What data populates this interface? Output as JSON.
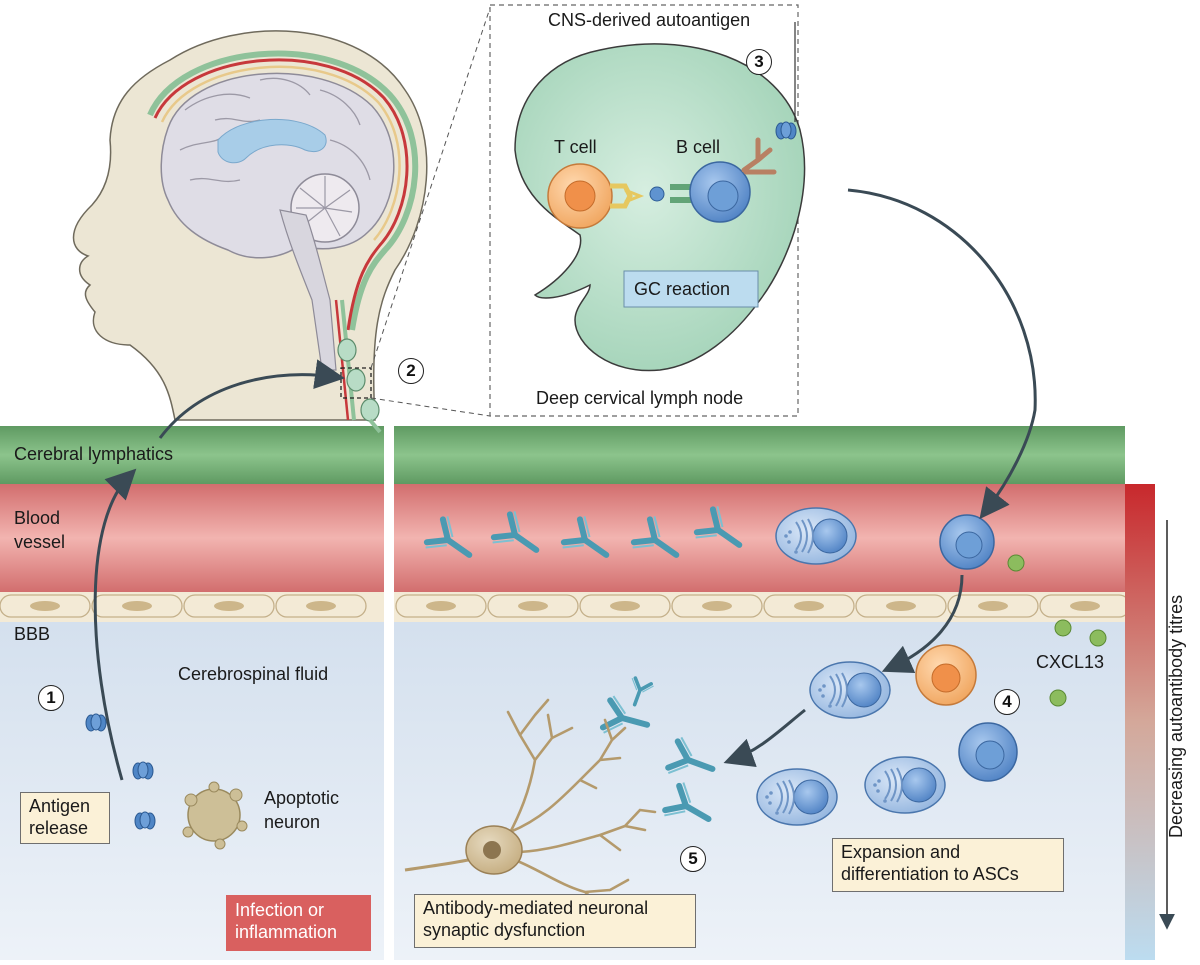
{
  "labels": {
    "cns_autoantigen": "CNS-derived autoantigen",
    "t_cell": "T cell",
    "b_cell": "B cell",
    "gc_reaction": "GC reaction",
    "lymph_node": "Deep cervical lymph node",
    "cerebral_lymphatics": "Cerebral lymphatics",
    "blood_vessel_line1": "Blood",
    "blood_vessel_line2": "vessel",
    "bbb": "BBB",
    "csf": "Cerebrospinal fluid",
    "cxcl13": "CXCL13",
    "apoptotic_line1": "Apoptotic",
    "apoptotic_line2": "neuron",
    "antigen_release_line1": "Antigen",
    "antigen_release_line2": "release",
    "infection_line1": "Infection or",
    "infection_line2": "inflammation",
    "neuronal_line1": "Antibody-mediated neuronal",
    "neuronal_line2": "synaptic dysfunction",
    "expansion_line1": "Expansion and",
    "expansion_line2": "differentiation to ASCs",
    "gradient_label": "Decreasing autoantibody titres"
  },
  "steps": [
    "1",
    "2",
    "3",
    "4",
    "5"
  ],
  "colors": {
    "lymphatic_green": "#6aa66e",
    "blood_red": "#e58f8f",
    "csf_blue": "#dde7f2",
    "lymph_node_green": "#a8d6be",
    "b_cell_blue": "#5f93d0",
    "t_cell_orange": "#f3a864",
    "antibody_teal": "#4fa0b6",
    "neuron_tan": "#c9b48a",
    "infection_red": "#d9605f",
    "label_box_yellow": "#fbf1d7",
    "gc_box_blue": "#bcdcef"
  }
}
